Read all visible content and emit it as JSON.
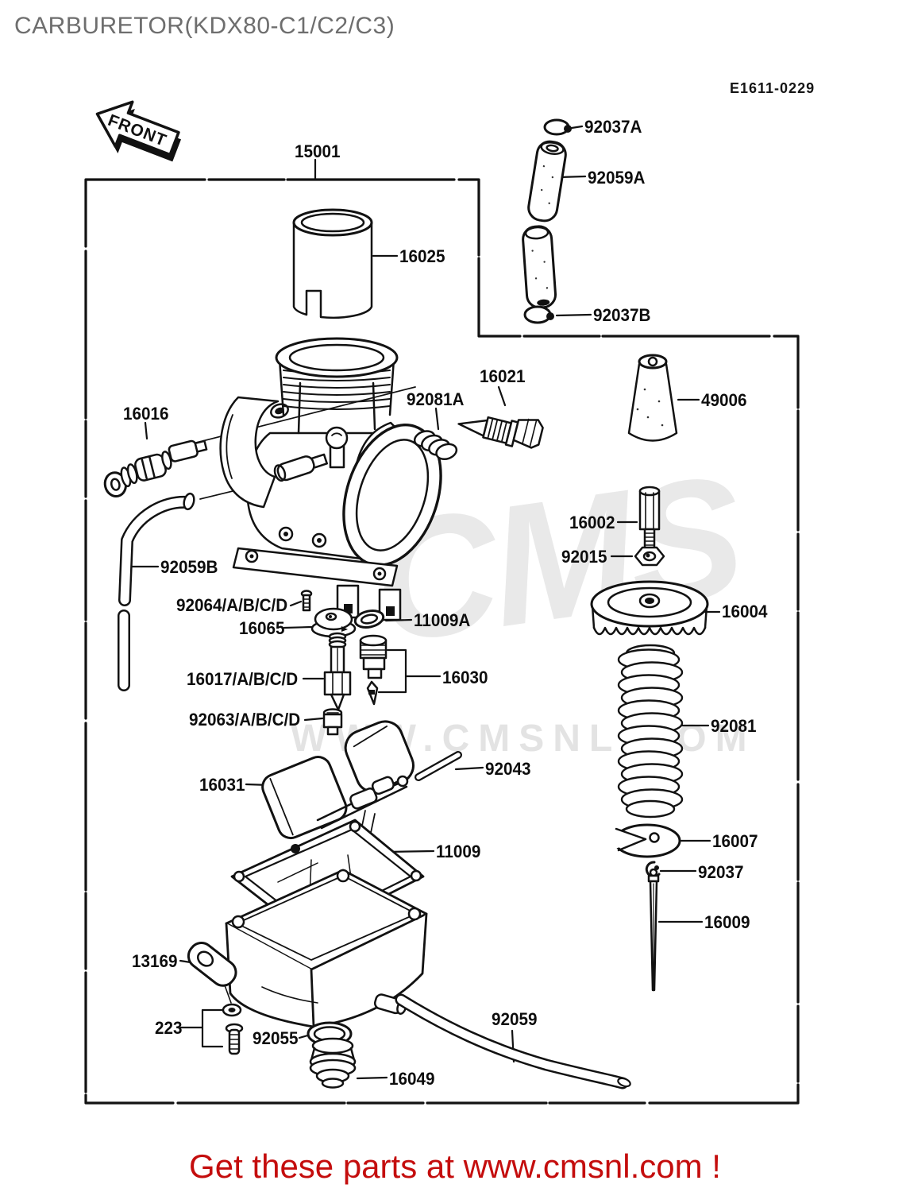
{
  "page": {
    "title": "CARBURETOR(KDX80-C1/C2/C3)",
    "diagram_ref": "E1611-0229",
    "front_label": "FRONT",
    "footer_text": "Get these parts at www.cmsnl.com !"
  },
  "colors": {
    "title_gray": "#6e6e6e",
    "line_black": "#121212",
    "footer_red": "#c40d0d",
    "watermark_gray": "#e5e5e5"
  },
  "watermark": {
    "logo_text": "CMS",
    "site_text": "WWW.CMSNL.COM"
  },
  "parts": {
    "15001": "15001",
    "16025": "16025",
    "92037A": "92037A",
    "92059A": "92059A",
    "92037B": "92037B",
    "16021": "16021",
    "92081A": "92081A",
    "16016": "16016",
    "49006": "49006",
    "16002": "16002",
    "92015": "92015",
    "16004": "16004",
    "92059B": "92059B",
    "92064": "92064/A/B/C/D",
    "16065": "16065",
    "11009A": "11009A",
    "16017": "16017/A/B/C/D",
    "16030": "16030",
    "92063": "92063/A/B/C/D",
    "16031": "16031",
    "92043": "92043",
    "92081": "92081",
    "16007": "16007",
    "92037": "92037",
    "16009": "16009",
    "11009": "11009",
    "13169": "13169",
    "223": "223",
    "92055": "92055",
    "16049": "16049",
    "92059": "92059"
  }
}
